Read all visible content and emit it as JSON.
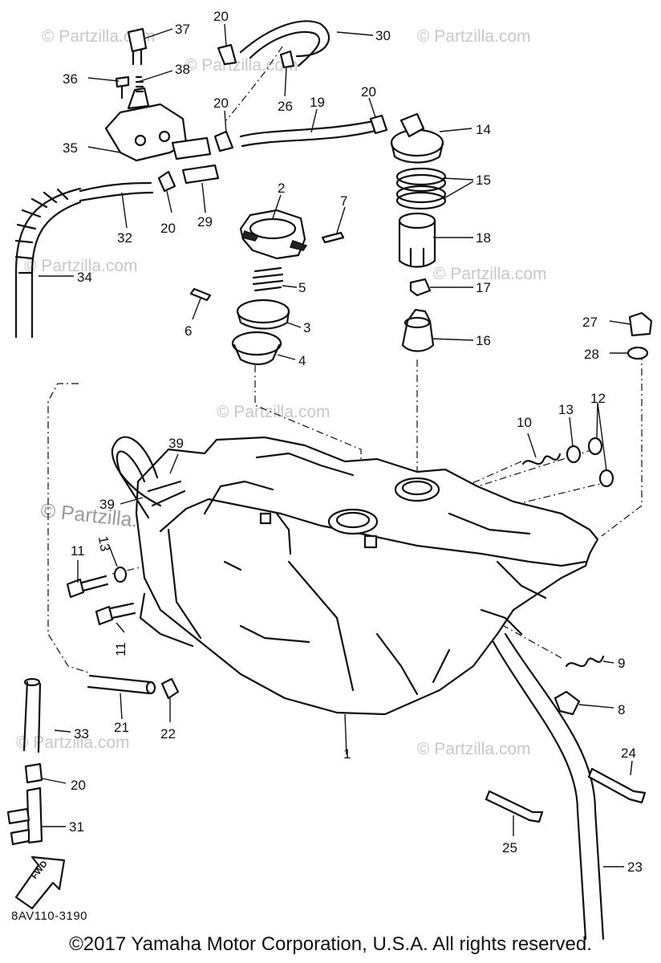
{
  "watermarks": {
    "small": "© Partzilla.com",
    "large": "© Partzilla.com"
  },
  "callouts": [
    "1",
    "2",
    "3",
    "4",
    "5",
    "6",
    "7",
    "8",
    "9",
    "10",
    "11",
    "11",
    "12",
    "13",
    "13",
    "14",
    "15",
    "16",
    "17",
    "18",
    "19",
    "20",
    "20",
    "20",
    "20",
    "20",
    "21",
    "22",
    "23",
    "24",
    "25",
    "26",
    "27",
    "28",
    "29",
    "30",
    "31",
    "32",
    "33",
    "34",
    "35",
    "36",
    "37",
    "38",
    "39",
    "39"
  ],
  "fwd_label": "FWD",
  "diagram_code": "8AV110-3190",
  "copyright": "©2017  Yamaha Motor Corporation, U.S.A. All rights reserved."
}
